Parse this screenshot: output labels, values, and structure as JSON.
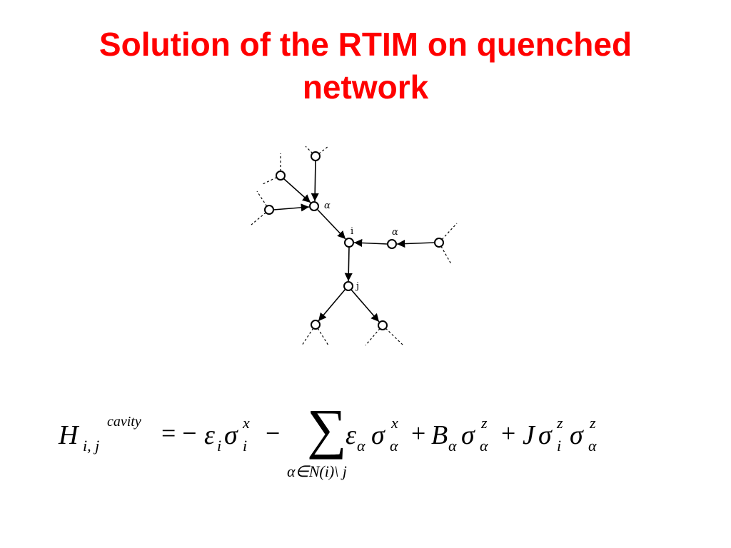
{
  "slide": {
    "title_line1": "Solution of the RTIM on quenched",
    "title_line2": "network",
    "title_color": "#ff0000"
  },
  "network": {
    "labels": {
      "alpha_top": "α",
      "i": "i",
      "alpha_right": "α",
      "j": "j"
    },
    "node_color": "#ffffff",
    "edge_color": "#000000"
  },
  "formula": {
    "H": "H",
    "H_sub": "i, j",
    "H_sup": "cavity",
    "eq_minus": "= −",
    "eps_i": "ε",
    "eps_i_sub": "i",
    "sigma1": "σ",
    "sigma1_sup": "x",
    "sigma1_sub": "i",
    "minus2": "−",
    "sum": "∑",
    "sum_below": "α∈N(i)\\ j",
    "eps_a": "ε",
    "eps_a_sub": "α",
    "sigma2": "σ",
    "sigma2_sup": "x",
    "sigma2_sub": "α",
    "plus1": "+",
    "B": "B",
    "B_sub": "α",
    "sigma3": "σ",
    "sigma3_sup": "z",
    "sigma3_sub": "α",
    "plus2": "+",
    "J": "J",
    "sigma4": "σ",
    "sigma4_sup": "z",
    "sigma4_sub": "i",
    "sigma5": "σ",
    "sigma5_sup": "z",
    "sigma5_sub": "α"
  }
}
